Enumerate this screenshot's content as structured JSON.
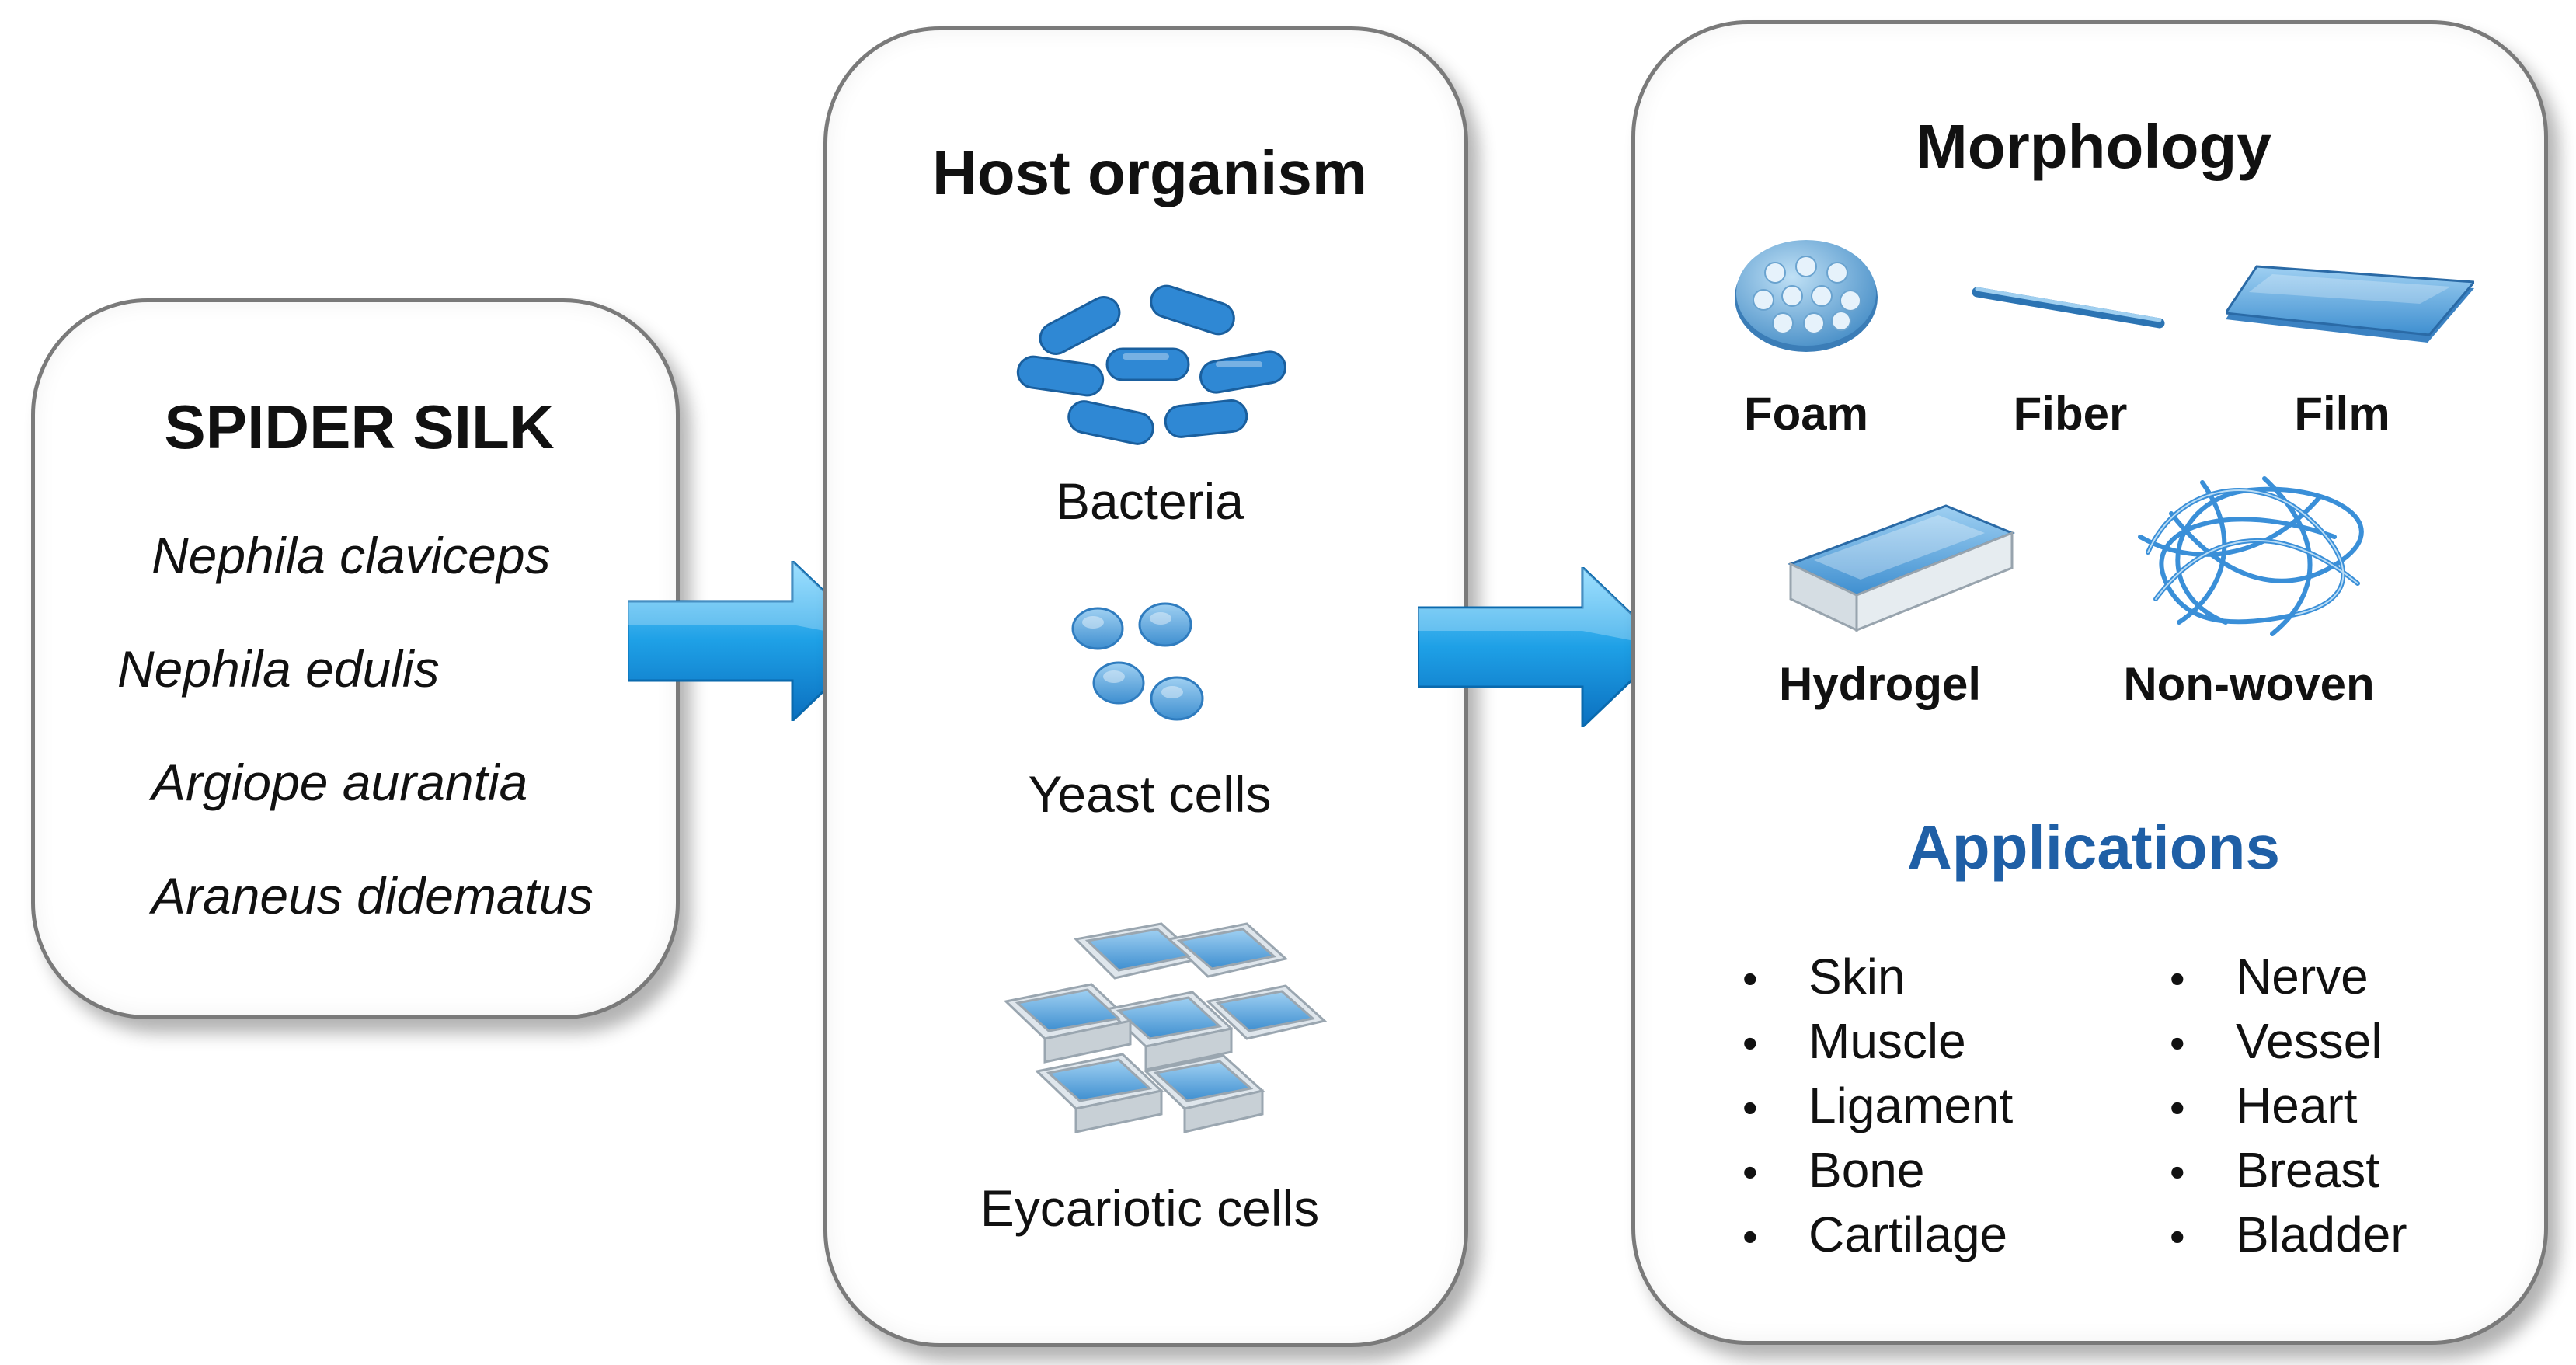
{
  "spider_silk": {
    "title": "SPIDER SILK",
    "species": [
      "Nephila claviceps",
      "Nephila edulis",
      "Argiope aurantia",
      "Araneus didematus"
    ]
  },
  "host": {
    "title": "Host organism",
    "items": [
      {
        "label": "Bacteria",
        "icon": "bacteria-icon"
      },
      {
        "label": "Yeast cells",
        "icon": "yeast-cells-icon"
      },
      {
        "label": "Eycariotic cells",
        "icon": "eukaryotic-cells-icon"
      }
    ]
  },
  "morphology": {
    "title": "Morphology",
    "items": [
      {
        "label": "Foam",
        "icon": "foam-icon"
      },
      {
        "label": "Fiber",
        "icon": "fiber-icon"
      },
      {
        "label": "Film",
        "icon": "film-icon"
      },
      {
        "label": "Hydrogel",
        "icon": "hydrogel-icon"
      },
      {
        "label": "Non-woven",
        "icon": "non-woven-icon"
      }
    ]
  },
  "applications": {
    "title": "Applications",
    "bullet": "•",
    "left": [
      "Skin",
      "Muscle",
      "Ligament",
      "Bone",
      "Cartilage"
    ],
    "right": [
      "Nerve",
      "Vessel",
      "Heart",
      "Breast",
      "Bladder"
    ]
  },
  "colors": {
    "accent_blue": "#1f5fa6",
    "icon_blue": "#3a8fd8",
    "arrow_blue": "#2aa3e8",
    "panel_border": "#7a7a7a"
  }
}
